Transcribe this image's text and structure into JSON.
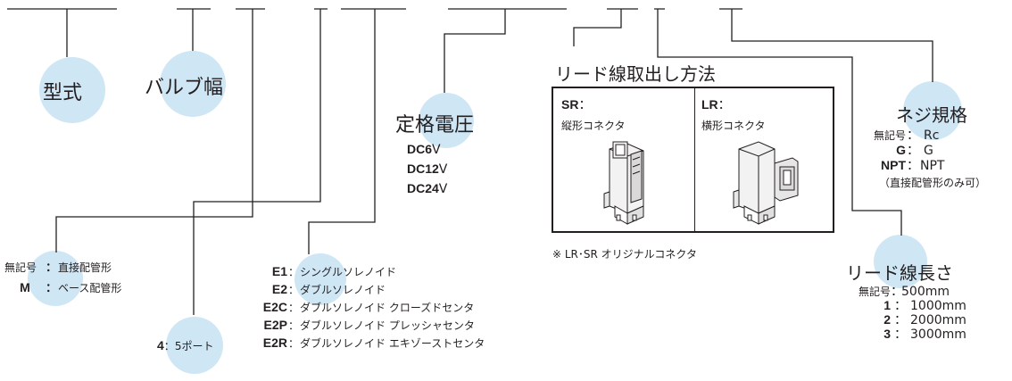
{
  "model": {
    "title": "型式"
  },
  "valve_width": {
    "title": "バルブ幅"
  },
  "voltage": {
    "title": "定格電圧",
    "items": [
      {
        "code": "DC6",
        "unit": "V"
      },
      {
        "code": "DC12",
        "unit": "V"
      },
      {
        "code": "DC24",
        "unit": "V"
      }
    ]
  },
  "lead_exit": {
    "title": "リード線取出し方法",
    "sr": {
      "code": "SR",
      "sep": "：",
      "desc": "縦形コネクタ"
    },
    "lr": {
      "code": "LR",
      "sep": "：",
      "desc": "横形コネクタ"
    },
    "note": "※ LR･SR オリジナルコネクタ"
  },
  "thread": {
    "title": "ネジ規格",
    "items": [
      {
        "code": "無記号",
        "sep": "：",
        "desc": "Rc"
      },
      {
        "code": "G",
        "sep": "：",
        "desc": "G"
      },
      {
        "code": "NPT",
        "sep": "：",
        "desc": "NPT"
      }
    ],
    "note": "（直接配管形のみ可）"
  },
  "lead_length": {
    "title": "リード線長さ",
    "items": [
      {
        "code": "無記号",
        "sep": "：",
        "desc": "500mm"
      },
      {
        "code": "1",
        "sep": "：",
        "desc": "1000mm"
      },
      {
        "code": "2",
        "sep": "：",
        "desc": "2000mm"
      },
      {
        "code": "3",
        "sep": "：",
        "desc": "3000mm"
      }
    ]
  },
  "piping": {
    "items": [
      {
        "code": "無記号",
        "sep": "：",
        "desc": "直接配管形"
      },
      {
        "code": "M",
        "sep": "：",
        "desc": "ベース配管形"
      }
    ]
  },
  "solenoid": {
    "items": [
      {
        "code": "E1",
        "sep": "：",
        "desc": "シングルソレノイド"
      },
      {
        "code": "E2",
        "sep": "：",
        "desc": "ダブルソレノイド"
      },
      {
        "code": "E2C",
        "sep": "：",
        "desc": "ダブルソレノイド クローズドセンタ"
      },
      {
        "code": "E2P",
        "sep": "：",
        "desc": "ダブルソレノイド プレッシャセンタ"
      },
      {
        "code": "E2R",
        "sep": "：",
        "desc": "ダブルソレノイド エキゾーストセンタ"
      }
    ]
  },
  "ports": {
    "code": "4",
    "sep": "：",
    "desc": "5ポート"
  },
  "colors": {
    "circle": "#cfe6f5",
    "line": "#231f20"
  }
}
